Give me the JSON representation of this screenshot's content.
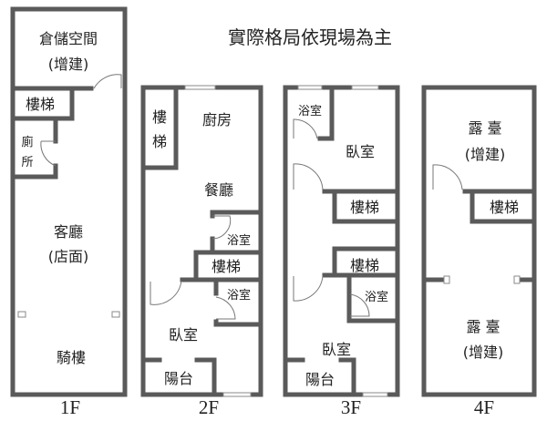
{
  "title": "實際格局依現場為主",
  "floors": {
    "f1": {
      "label": "1F",
      "storage": "倉儲空間",
      "storage_note": "(增建)",
      "stairs": "樓梯",
      "toilet_1": "廁",
      "toilet_2": "所",
      "living": "客廳",
      "living_note": "(店面)",
      "arcade": "騎樓"
    },
    "f2": {
      "label": "2F",
      "stairs_1": "樓",
      "stairs_2": "梯",
      "kitchen": "廚房",
      "dining": "餐廳",
      "bath_1": "浴室",
      "stairs": "樓梯",
      "bath_2": "浴室",
      "bedroom": "臥室",
      "balcony": "陽台"
    },
    "f3": {
      "label": "3F",
      "bath_1": "浴室",
      "bedroom_1": "臥室",
      "stairs_1": "樓梯",
      "stairs_2": "樓梯",
      "bath_2": "浴室",
      "bedroom_2": "臥室",
      "balcony": "陽台"
    },
    "f4": {
      "label": "4F",
      "terrace_1": "露 臺",
      "terrace_1_note": "(增建)",
      "stairs": "樓梯",
      "terrace_2": "露 臺",
      "terrace_2_note": "(增建)"
    }
  }
}
